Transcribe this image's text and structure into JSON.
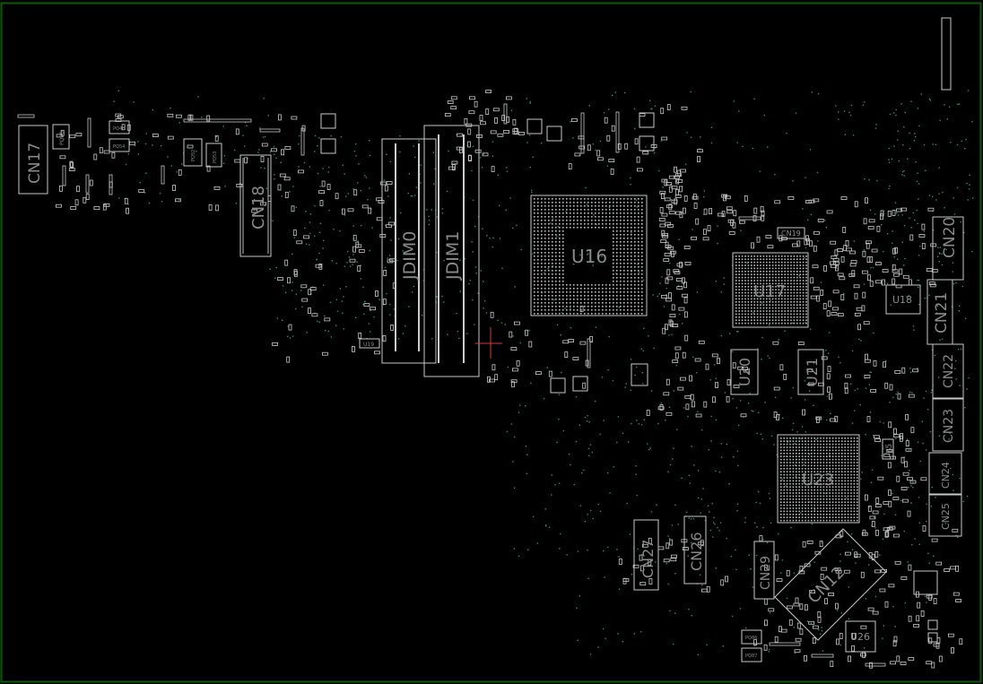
{
  "board": {
    "border_color": "#0b5a0b",
    "background": "#000000",
    "outline_color": "#c8c8c8",
    "label_color": "#8a8a8a",
    "via_color": "#2d8f6f"
  },
  "labels": {
    "cn17": "CN17",
    "cn18": "CN18",
    "cn19": "CN19",
    "cn20": "CN20",
    "cn21": "CN21",
    "cn22": "CN22",
    "cn23": "CN23",
    "cn24": "CN24",
    "cn25": "CN25",
    "cn26": "CN26",
    "cn27": "CN27",
    "cn29": "CN29",
    "cn12": "CN12",
    "jdim0": "JDIM0",
    "jdim1": "JDIM1",
    "u16": "U16",
    "u17": "U17",
    "u18": "U18",
    "u19": "U19",
    "u20": "U20",
    "u21": "U21",
    "u23": "U23",
    "u26": "U26",
    "y5": "Y5",
    "pq20": "PQ20",
    "pq48": "PQ48",
    "pq54": "PQ54",
    "pq52": "PQ52",
    "pq53": "PQ53",
    "pq86": "PQ86",
    "pq87": "PQ87"
  }
}
